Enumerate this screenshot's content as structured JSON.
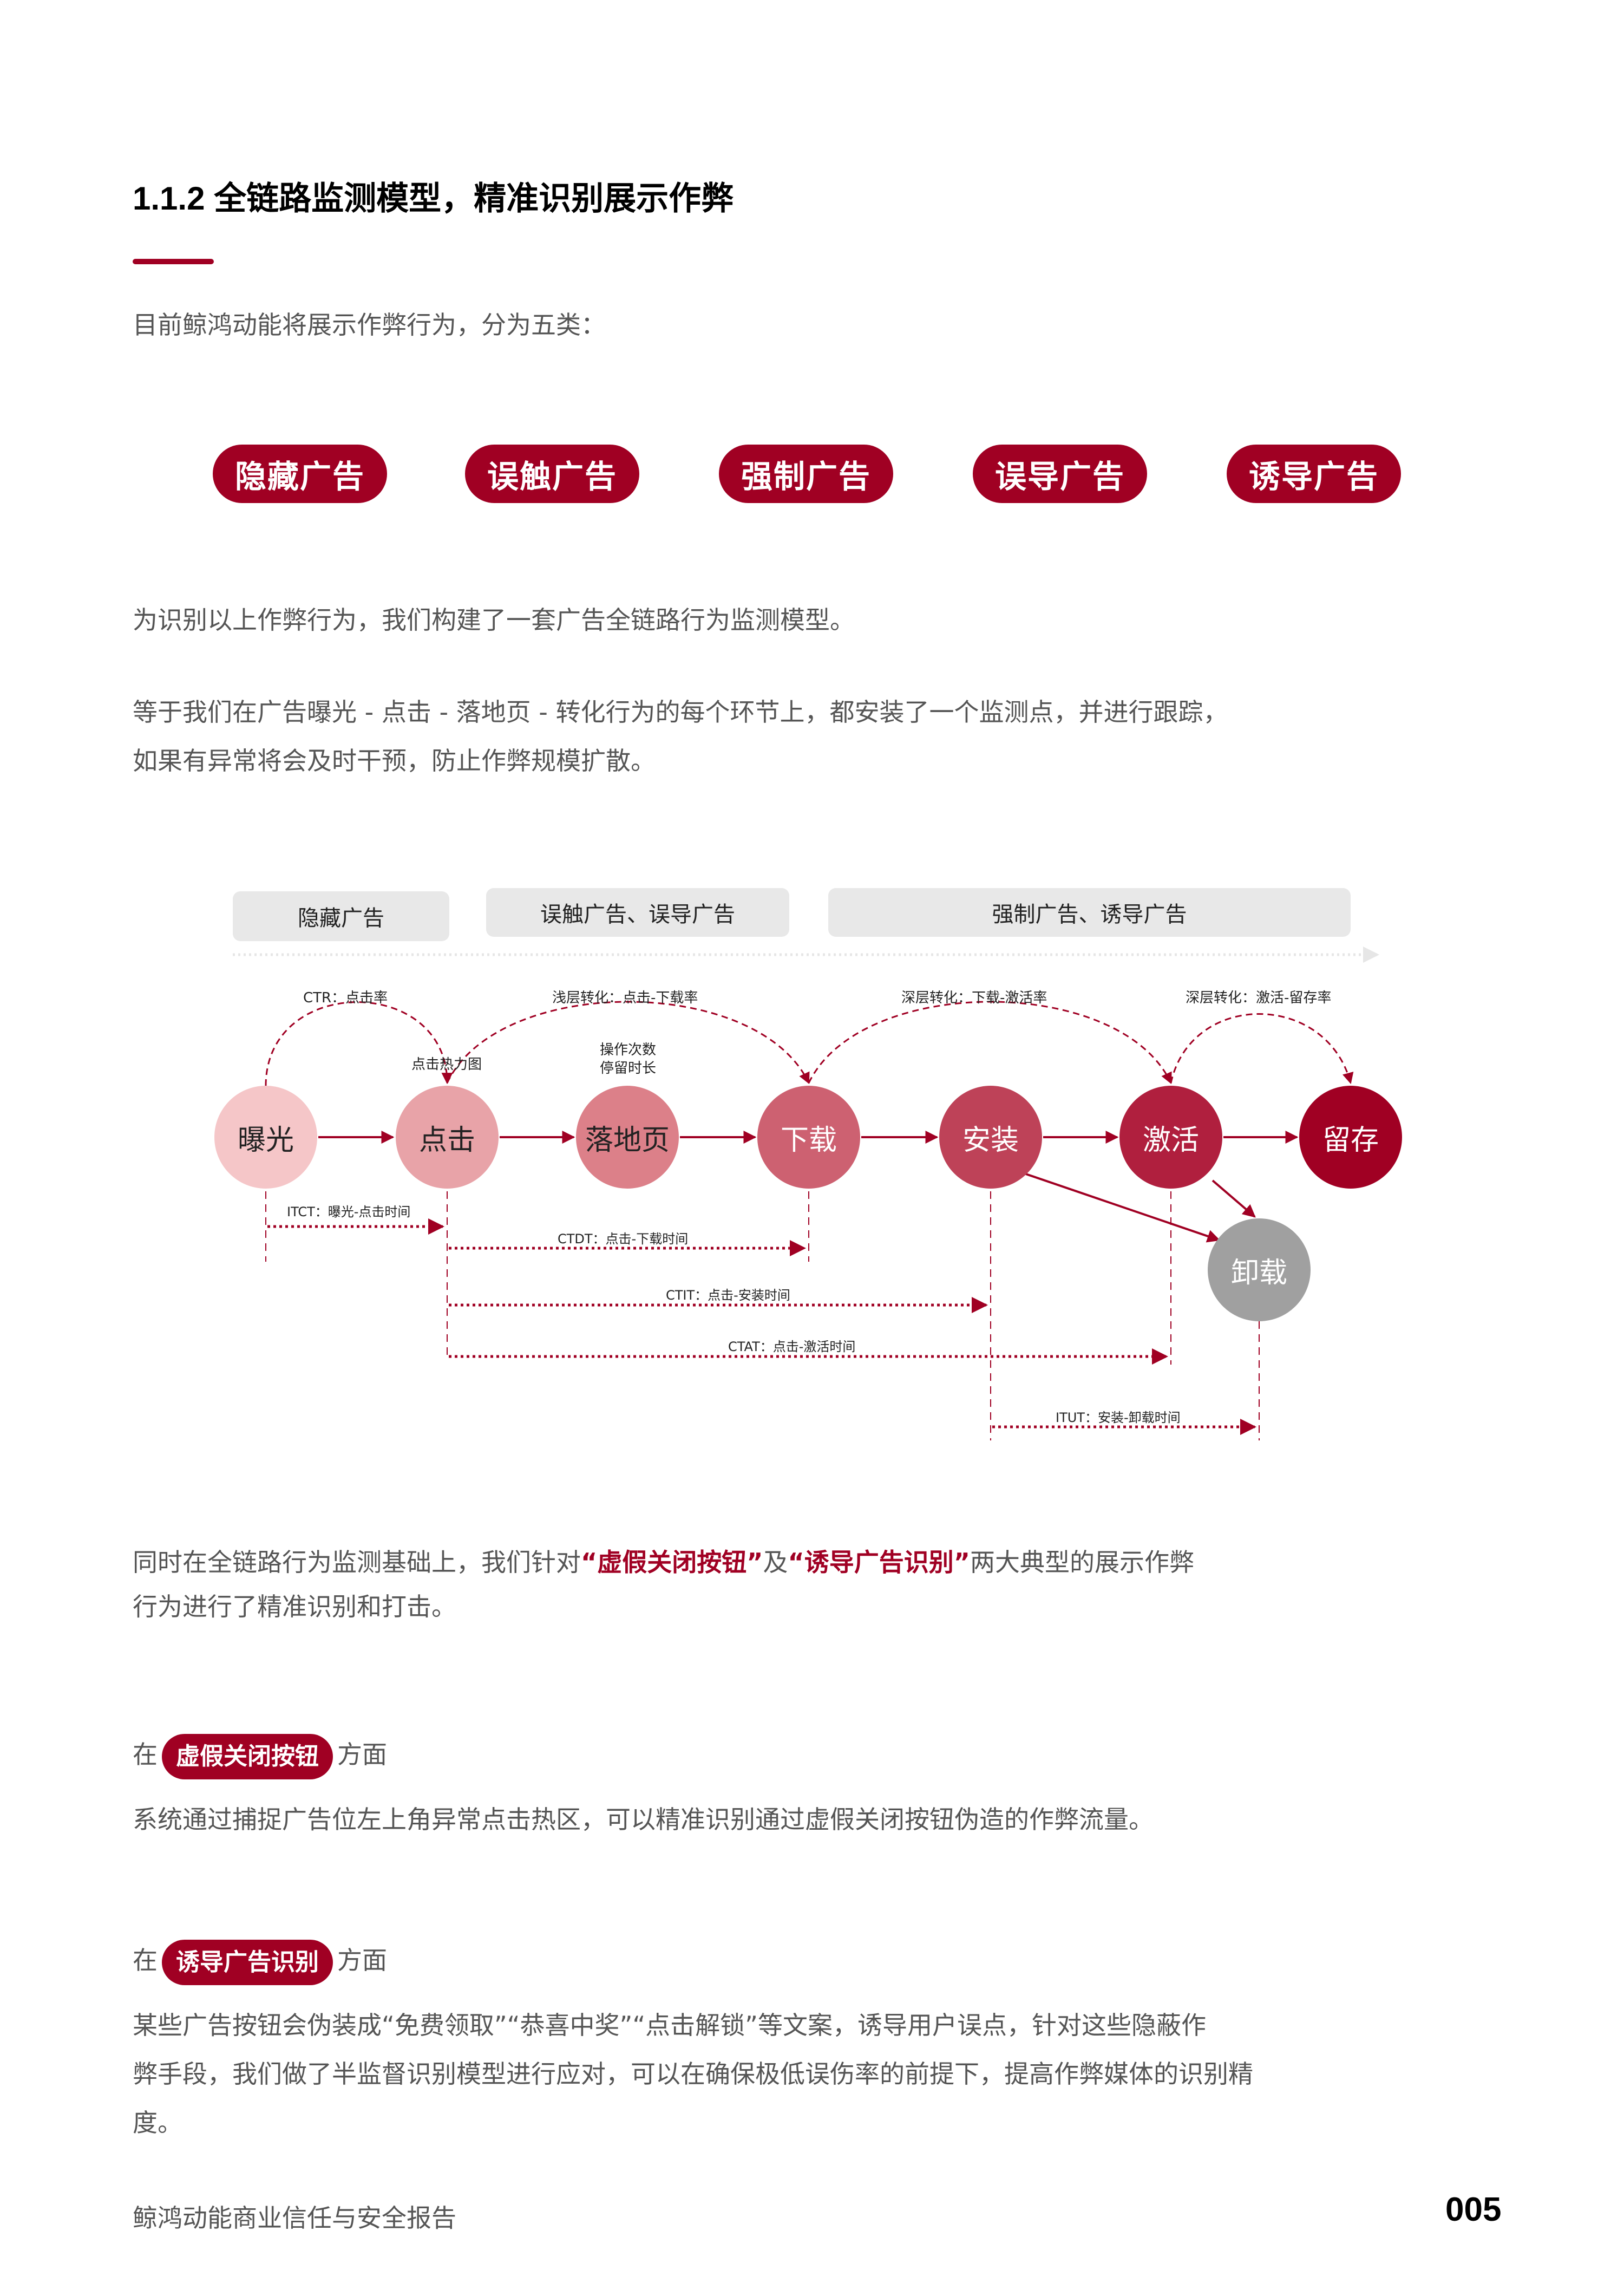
{
  "section": {
    "title": "1.1.2 全链路监测模型，精准识别展示作弊",
    "intro": "目前鲸鸿动能将展示作弊行为，分为五类："
  },
  "categories": [
    {
      "label": "隐藏广告"
    },
    {
      "label": "误触广告"
    },
    {
      "label": "强制广告"
    },
    {
      "label": "误导广告"
    },
    {
      "label": "诱导广告"
    }
  ],
  "paragraphs": {
    "p1": "为识别以上作弊行为，我们构建了一套广告全链路行为监测模型。",
    "p2_line1": "等于我们在广告曝光 - 点击 - 落地页 - 转化行为的每个环节上，都安装了一个监测点，并进行跟踪，",
    "p2_line2": "如果有异常将会及时干预，防止作弊规模扩散。",
    "p3_a": "同时在全链路行为监测基础上，我们针对",
    "p3_hl1": "“虚假关闭按钮”",
    "p3_b": "及",
    "p3_hl2": "“诱导广告识别”",
    "p3_c": "两大典型的展示作弊",
    "p3_line2": "行为进行了精准识别和打击。"
  },
  "diagram": {
    "header_groups": [
      {
        "label": "隐藏广告"
      },
      {
        "label": "误触广告、误导广告"
      },
      {
        "label": "强制广告、诱导广告"
      }
    ],
    "nodes": [
      {
        "label": "曝光",
        "color": "#F5C6C8",
        "text_color": "#222222"
      },
      {
        "label": "点击",
        "color": "#E8A3A8",
        "text_color": "#222222"
      },
      {
        "label": "落地页",
        "color": "#DC8089",
        "text_color": "#222222"
      },
      {
        "label": "下载",
        "color": "#CD6171",
        "text_color": "#FFFFFF"
      },
      {
        "label": "安装",
        "color": "#BE4258",
        "text_color": "#FFFFFF"
      },
      {
        "label": "激活",
        "color": "#B01F3E",
        "text_color": "#FFFFFF"
      },
      {
        "label": "留存",
        "color": "#A00023",
        "text_color": "#FFFFFF"
      }
    ],
    "uninstall_node": {
      "label": "卸载",
      "color": "#A0A0A0",
      "text_color": "#FFFFFF"
    },
    "arc_labels": [
      {
        "label": "CTR：点击率"
      },
      {
        "label": "浅层转化：点击-下载率"
      },
      {
        "label": "深层转化：下载-激活率"
      },
      {
        "label": "深层转化：激活-留存率"
      }
    ],
    "node_notes": {
      "click": "点击热力图",
      "landing_line1": "操作次数",
      "landing_line2": "停留时长"
    },
    "timing_labels": [
      {
        "label": "ITCT：曝光-点击时间"
      },
      {
        "label": "CTDT：点击-下载时间"
      },
      {
        "label": "CTIT：点击-安装时间"
      },
      {
        "label": "CTAT：点击-激活时间"
      },
      {
        "label": "ITUT：安装-卸载时间"
      }
    ]
  },
  "fake_close": {
    "prefix": "在",
    "tag": "虚假关闭按钮",
    "suffix": "方面",
    "desc": "系统通过捕捉广告位左上角异常点击热区，可以精准识别通过虚假关闭按钮伪造的作弊流量。"
  },
  "induce": {
    "prefix": "在",
    "tag": "诱导广告识别",
    "suffix": "方面",
    "desc_line1": "某些广告按钮会伪装成“免费领取”“恭喜中奖”“点击解锁”等文案，诱导用户误点，针对这些隐蔽作",
    "desc_line2": "弊手段，我们做了半监督识别模型进行应对，可以在确保极低误伤率的前提下，提高作弊媒体的识别精",
    "desc_line3": "度。"
  },
  "footer": {
    "report_name": "鲸鸿动能商业信任与安全报告",
    "page_number": "005"
  },
  "colors": {
    "accent": "#A00023",
    "body_text": "#555555",
    "header_box": "#E8E8E8",
    "uninstall": "#A0A0A0"
  }
}
